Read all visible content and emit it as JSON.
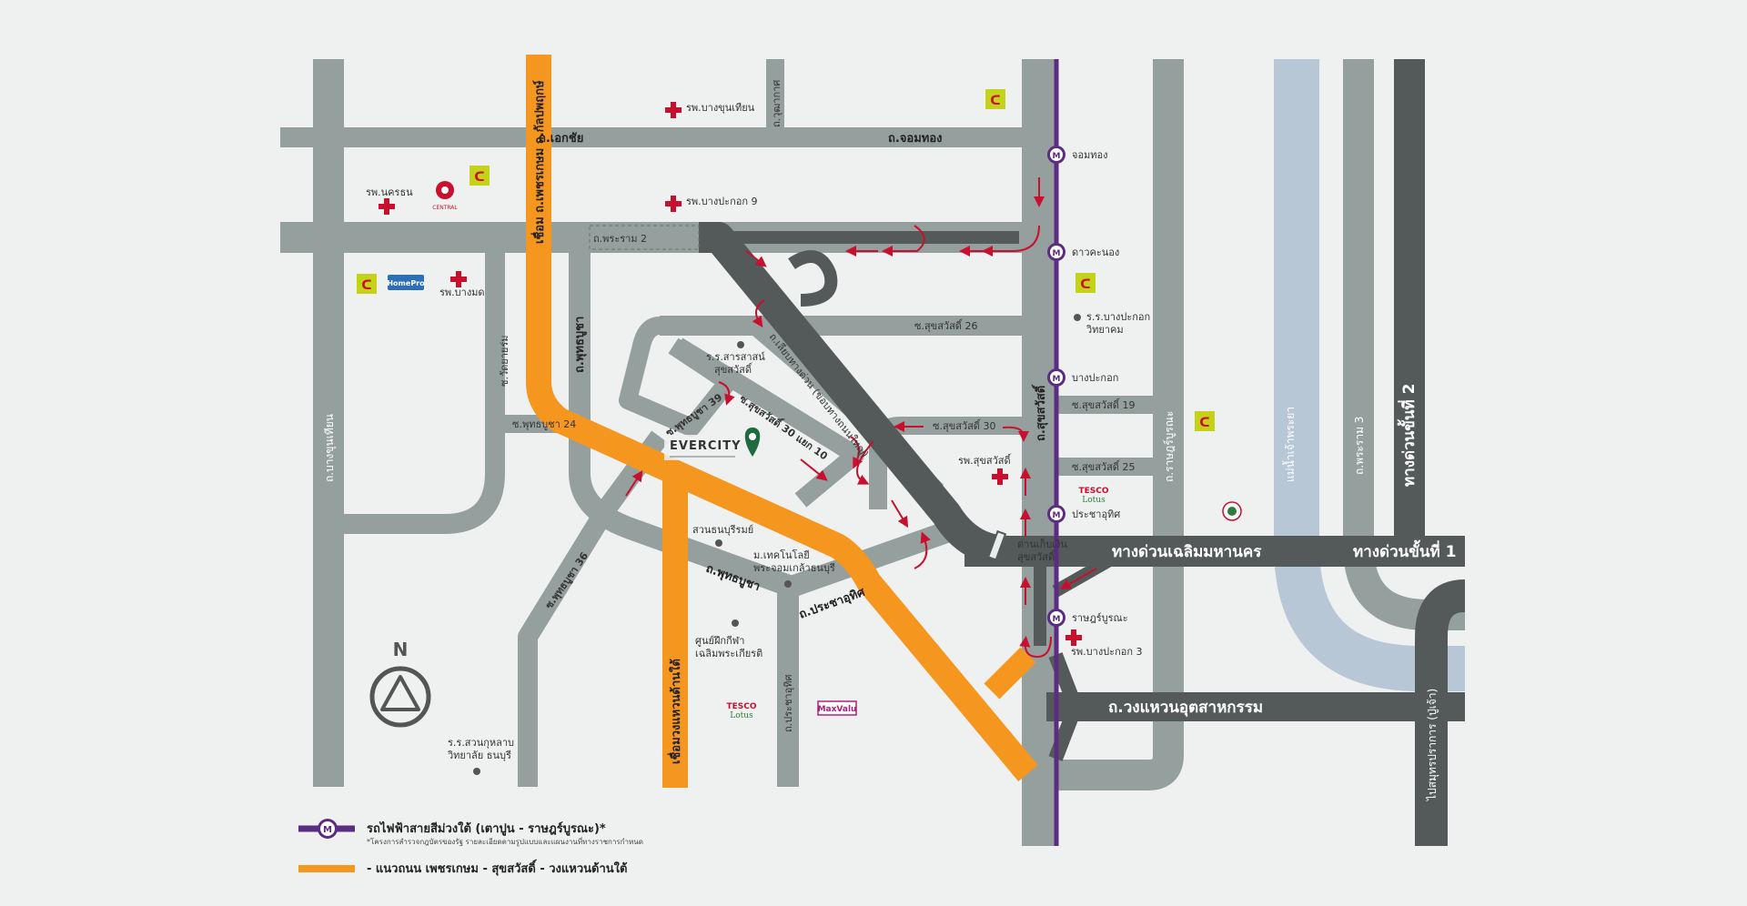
{
  "colors": {
    "background": "#eff1f1",
    "road": "#95a09e",
    "expressway": "#545a5a",
    "orange_route": "#f5961f",
    "purple_line": "#5b2d82",
    "river": "#b8c7d6",
    "arrow_red": "#c8102e"
  },
  "roads": {
    "ekkachai": "ถ.เอกชัย",
    "chomthong": "ถ.จอมทอง",
    "rama2": "ถ.พระราม 2",
    "bang_khun_thian": "ถ.บางขุนเทียน",
    "phet_link": "เชื่อม ถ.เพชรเกษม ถ.กัลปพฤกษ์",
    "phutthabucha": "ถ.พุทธบูชา",
    "phutthabucha_lower": "ถ.พุทธบูชา",
    "pracha_uthit": "ถ.ประชาอุทิศ",
    "pracha_uthit_v": "ถ.ประชาอุทิศ",
    "suksawat": "ถ.สุขสวัสดิ์",
    "ratburana": "ถ.ราษฎร์บูรณะ",
    "rama3": "ถ.พระราม 3",
    "outer_ring_link": "เชื่อมวงแหวนด้านใต้",
    "industrial_ring": "ถ.วงแหวนอุตสาหกรรม",
    "chalerm_expressway": "ทางด่วนเฉลิมมหานคร",
    "expressway_2_h": "ทางด่วนขั้นที่ 1",
    "expressway_2_v": "ทางด่วนขั้นที่ 2",
    "river": "แม่น้ำเจ้าพระยา",
    "suksawat_26": "ซ.สุขสวัสดิ์ 26",
    "suksawat_30": "ซ.สุขสวัสดิ์ 30",
    "suksawat_19": "ซ.สุขสวัสดิ์ 19",
    "suksawat_25": "ซ.สุขสวัสดิ์ 25",
    "suksawat_30_yak": "ซ.สุขสวัสดิ์ 30 แยก 10",
    "phutthabucha_24": "ซ.พุทธบูชา 24",
    "phutthabucha_39": "ซ.พุทธบูชา 39",
    "phutthabucha_36": "ซ.พุทธบูชา 36",
    "wat_yai_rom": "ซ.วัดยายร่ม",
    "soi_vertical_top": "ถ.วุฒากาศ",
    "local_road_diag": "ถ.เลียบทางด่วน (ขอบทางถนนใหญ่)",
    "to_samut_prakan": "ไปสมุทรปราการ (ปู่เจ้า)"
  },
  "places": {
    "hospital_bang_khun_thian": "รพ.บางขุนเทียน",
    "hospital_bang_pakok_9": "รพ.บางปะกอก 9",
    "hospital_nakharin": "รพ.นครธน",
    "hospital_bang_mot": "รพ.บางมด",
    "hospital_suksawat": "รพ.สุขสวัสดิ์",
    "hospital_bang_pakok_3": "รพ.บางปะกอก 3",
    "central_label": "CENTRAL",
    "school_sarasas": "ร.ร.สารสาสน์\nสุขสวัสดิ์",
    "school_bang_pakok": "ร.ร.บางปะกอก\nวิทยาคม",
    "park_thonburirom": "สวนธนบุรีรมย์",
    "university_kmutt": "ม.เทคโนโลยี\nพระจอมเกล้าธนบุรี",
    "sports_center": "ศูนย์ฝึกกีฬา\nเฉลิมพระเกียรติ",
    "school_suankularb": "ร.ร.สวนกุหลาบ\nวิทยาลัย ธนบุรี",
    "toll_booth": "ด่านเก็บเงิน\nสุขสวัสดิ์",
    "tesco_1": "TESCO\nLotus",
    "tesco_2": "TESCO\nLotus",
    "maxvalu": "MaxValu",
    "homepro": "HomePro",
    "project_name": "EVERCITY",
    "north": "N"
  },
  "stations": [
    {
      "name": "จอมทอง",
      "icon": "metro-m-icon"
    },
    {
      "name": "ดาวคะนอง",
      "icon": "metro-m-icon"
    },
    {
      "name": "บางปะกอก",
      "icon": "metro-m-icon"
    },
    {
      "name": "ประชาอุทิศ",
      "icon": "metro-m-icon"
    },
    {
      "name": "ราษฎร์บูรณะ",
      "icon": "metro-m-icon"
    }
  ],
  "legend": {
    "purple_line": "รถไฟฟ้าสายสีม่วงใต้ (เตาปูน - ราษฎร์บูรณะ)*",
    "purple_note": "*โครงการสำรวจกฎบัตรของรัฐ รายละเอียดตามรูปแบบและแผนงานที่ทางราชการกำหนด",
    "orange_line": "- แนวถนน เพชรเกษม - สุขสวัสดิ์ - วงแหวนด้านใต้",
    "m_symbol": "M"
  }
}
